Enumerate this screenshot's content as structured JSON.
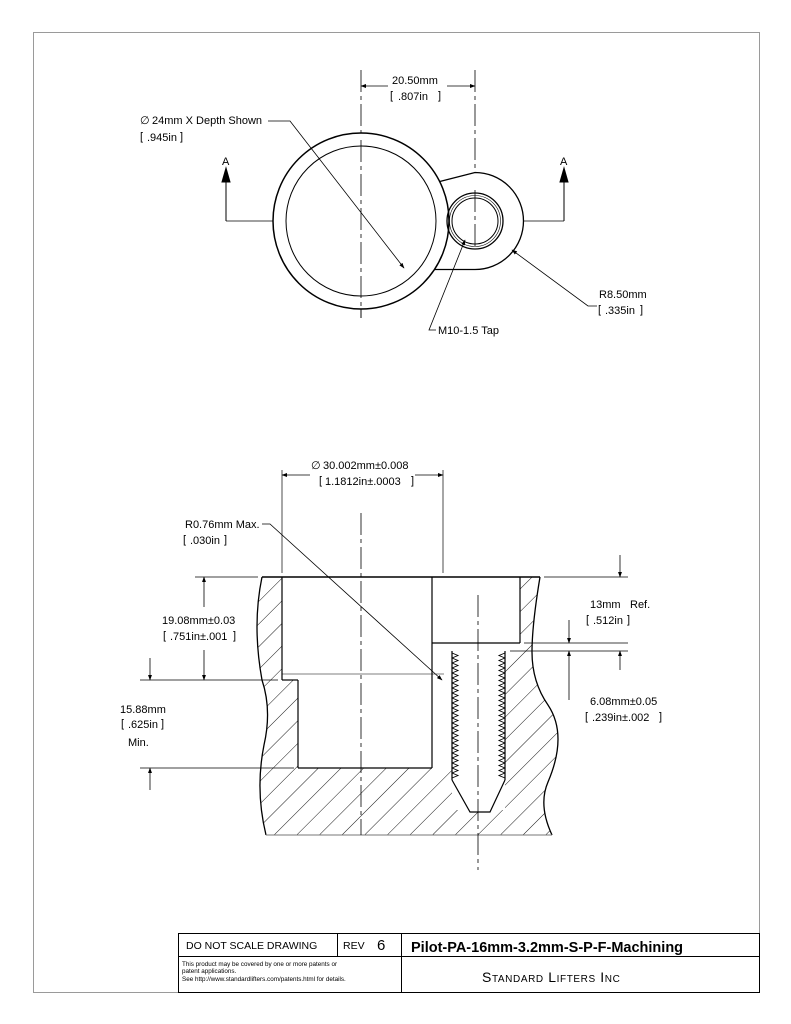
{
  "top_view": {
    "center_distance": {
      "mm": "20.50mm",
      "inch": ".807in"
    },
    "bore": {
      "symbol": "∅",
      "mm": "24mm X Depth Shown",
      "inch": ".945in"
    },
    "section_label": "A",
    "radius": {
      "mm": "R8.50mm",
      "inch": ".335in"
    },
    "tap": "M10-1.5 Tap"
  },
  "section_view": {
    "diameter": {
      "symbol": "∅",
      "mm": "30.002mm±0.008",
      "inch": "1.1812in±.0003"
    },
    "corner_radius": {
      "mm": "R0.76mm Max.",
      "inch": ".030in"
    },
    "counterbore_depth": {
      "mm": "19.08mm±0.03",
      "inch": ".751in±.001"
    },
    "min_depth": {
      "mm": "15.88mm",
      "inch": ".625in",
      "note": "Min."
    },
    "reference_depth": {
      "mm": "13mm",
      "ref": "Ref.",
      "inch": ".512in"
    },
    "step_depth": {
      "mm": "6.08mm±0.05",
      "inch": ".239in±.002"
    }
  },
  "title_block": {
    "do_not_scale": "DO NOT SCALE DRAWING",
    "rev_label": "REV",
    "rev_value": "6",
    "drawing_title": "Pilot-PA-16mm-3.2mm-S-P-F-Machining",
    "company": "Standard Lifters Inc",
    "patent_line1": "This product may be covered by one or more patents or",
    "patent_line2": "patent applications.",
    "patent_line3": "See http://www.standardlifters.com/patents.html for details."
  }
}
